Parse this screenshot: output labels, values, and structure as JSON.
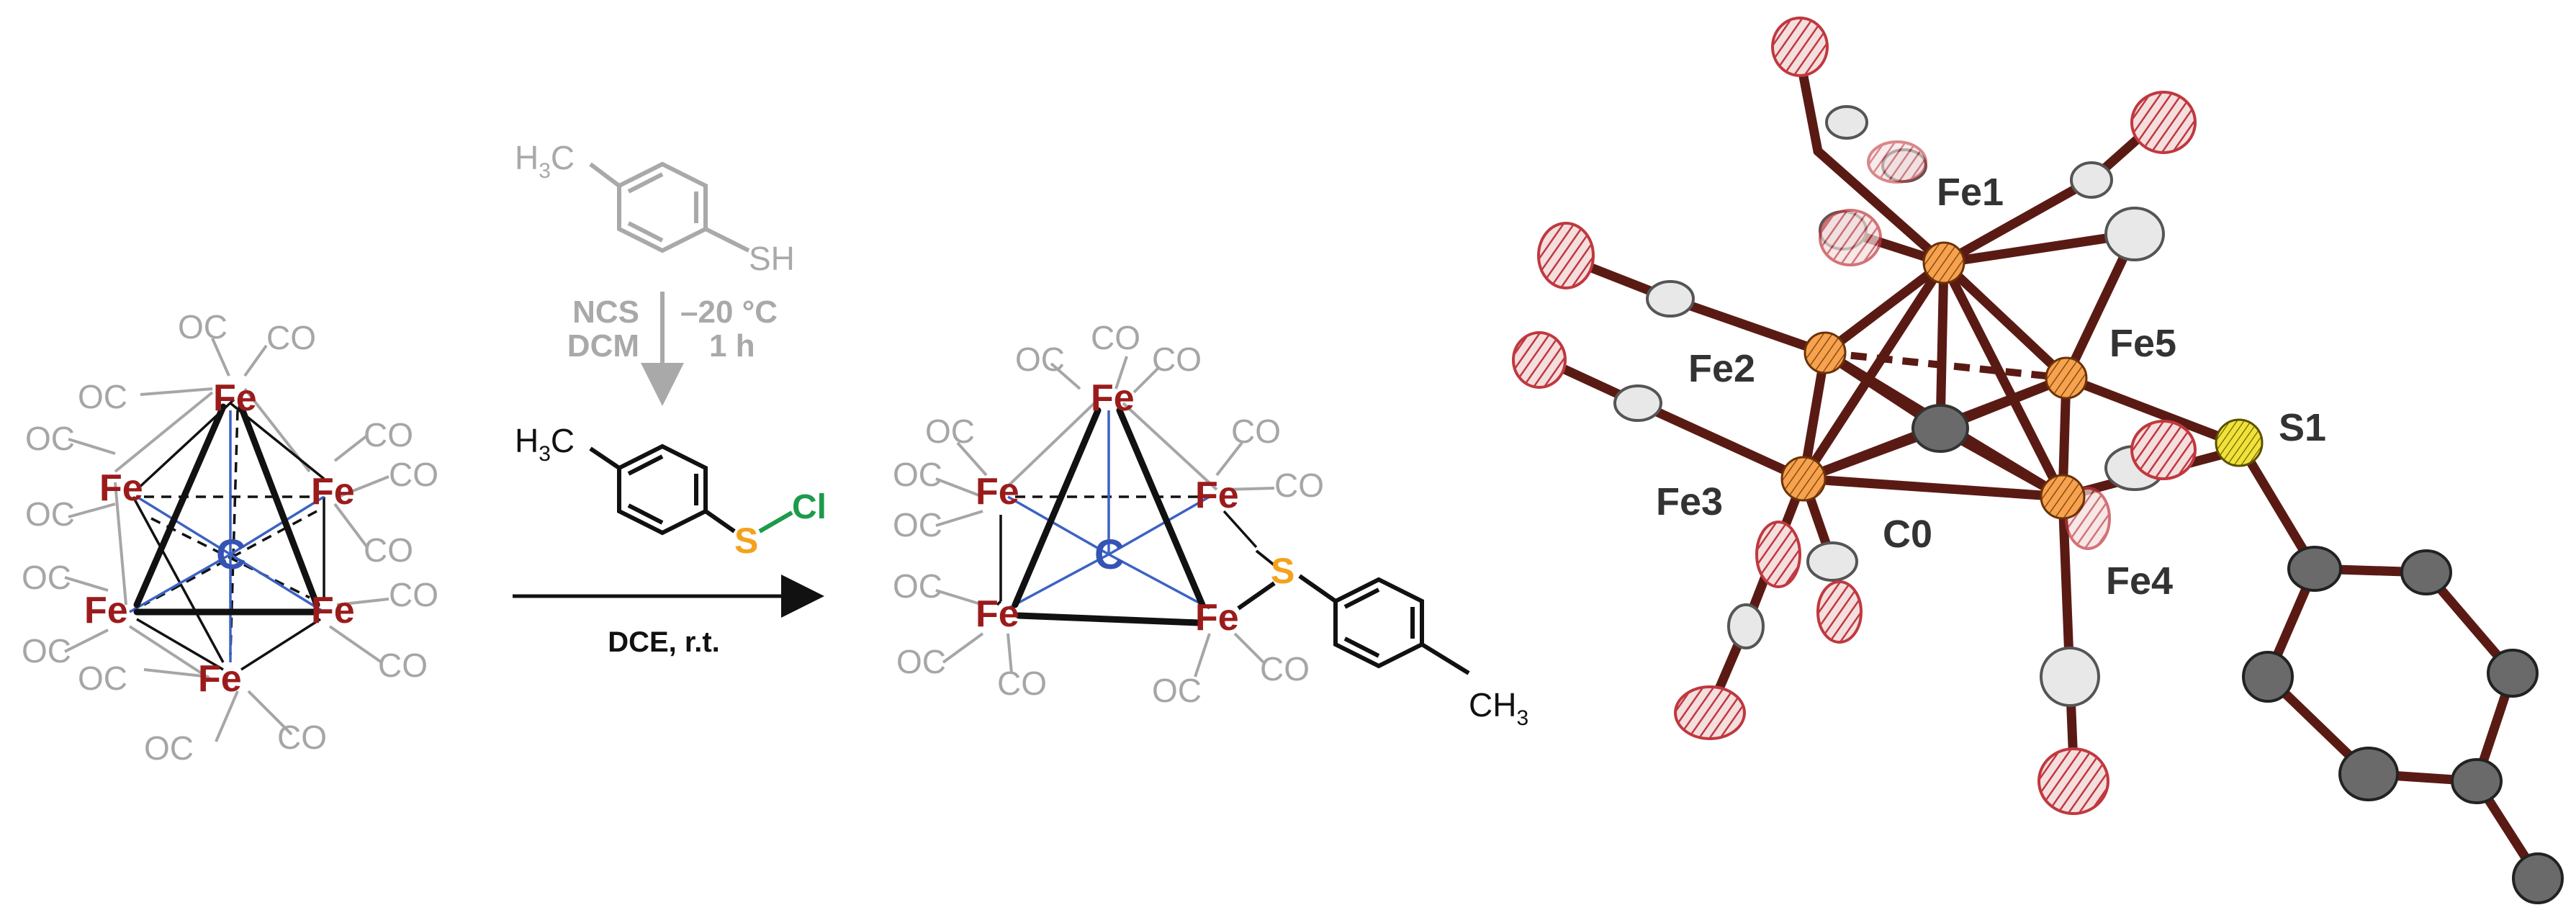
{
  "left_molecule": {
    "fe_label": "Fe",
    "c_label": "C",
    "co_label": "CO",
    "oc_label": "OC"
  },
  "reagent_top": {
    "h3c": "H",
    "h3c_sub": "3",
    "h3c_c": "C",
    "sh": "SH",
    "cond_left_1": "NCS",
    "cond_left_2": "DCM",
    "cond_right_1": "–20 °C",
    "cond_right_2": "1 h"
  },
  "reagent_mid": {
    "h3c": "H",
    "h3c_sub": "3",
    "h3c_c": "C",
    "s": "S",
    "cl": "Cl"
  },
  "arrow_label": "DCE, r.t.",
  "product": {
    "fe_label": "Fe",
    "c_label": "C",
    "co_label": "CO",
    "oc_label": "OC",
    "s_label": "S",
    "ch3": "CH",
    "ch3_sub": "3"
  },
  "crystal_labels": {
    "fe1": "Fe1",
    "fe2": "Fe2",
    "fe3": "Fe3",
    "fe4": "Fe4",
    "fe5": "Fe5",
    "s1": "S1",
    "c0": "C0"
  },
  "colors": {
    "fe": "#9b1b1b",
    "carbide": "#3553b4",
    "sulfur": "#f4a21b",
    "chlorine": "#1d9b4c",
    "grey_ligand": "#a6a6a6",
    "bond_rust": "#5a1a14",
    "ellipsoid_o": "#c0383f",
    "ellipsoid_fe": "#f08a2a",
    "ellipsoid_s": "#e6d21a"
  }
}
